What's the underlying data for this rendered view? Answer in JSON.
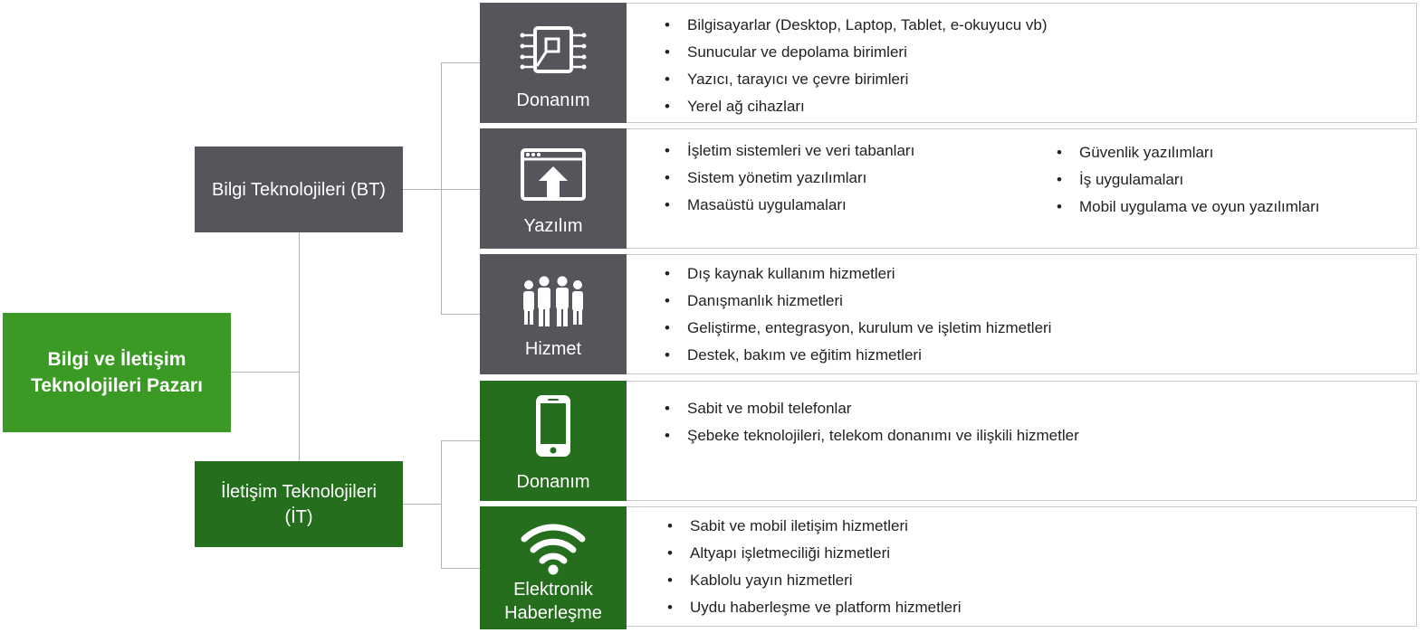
{
  "root": {
    "line1": "Bilgi ve İletişim",
    "line2": "Teknolojileri Pazarı"
  },
  "branches": {
    "bt": {
      "label": "Bilgi Teknolojileri (BT)"
    },
    "it": {
      "line1": "İletişim Teknolojileri",
      "line2": "(İT)"
    }
  },
  "segments": [
    {
      "title": "Donanım",
      "icon": "chip-icon",
      "items": [
        "Bilgisayarlar (Desktop, Laptop, Tablet, e-okuyucu vb)",
        "Sunucular ve depolama birimleri",
        "Yazıcı, tarayıcı ve çevre birimleri",
        "Yerel ağ cihazları"
      ]
    },
    {
      "title": "Yazılım",
      "icon": "upload-window-icon",
      "items": [
        "İşletim sistemleri ve veri tabanları",
        "Sistem yönetim yazılımları",
        "Masaüstü uygulamaları"
      ],
      "items2": [
        "Güvenlik yazılımları",
        "İş uygulamaları",
        "Mobil uygulama ve oyun yazılımları"
      ]
    },
    {
      "title": "Hizmet",
      "icon": "people-icon",
      "items": [
        "Dış kaynak kullanım hizmetleri",
        "Danışmanlık hizmetleri",
        "Geliştirme, entegrasyon, kurulum ve işletim hizmetleri",
        "Destek, bakım ve eğitim hizmetleri"
      ]
    },
    {
      "title": "Donanım",
      "icon": "smartphone-icon",
      "items": [
        "Sabit ve mobil telefonlar",
        "Şebeke teknolojileri, telekom donanımı ve ilişkili hizmetler"
      ]
    },
    {
      "title_line1": "Elektronik",
      "title_line2": "Haberleşme",
      "icon": "wifi-icon",
      "items": [
        "Sabit ve mobil iletişim hizmetleri",
        "Altyapı işletmeciliği hizmetleri",
        "Kablolu yayın hizmetleri",
        "Uydu haberleşme ve platform hizmetleri"
      ]
    }
  ],
  "colors": {
    "gray": "#54565b",
    "green": "#256e1e",
    "root_green": "#3a9a23",
    "connector": "#b3b3b3"
  }
}
